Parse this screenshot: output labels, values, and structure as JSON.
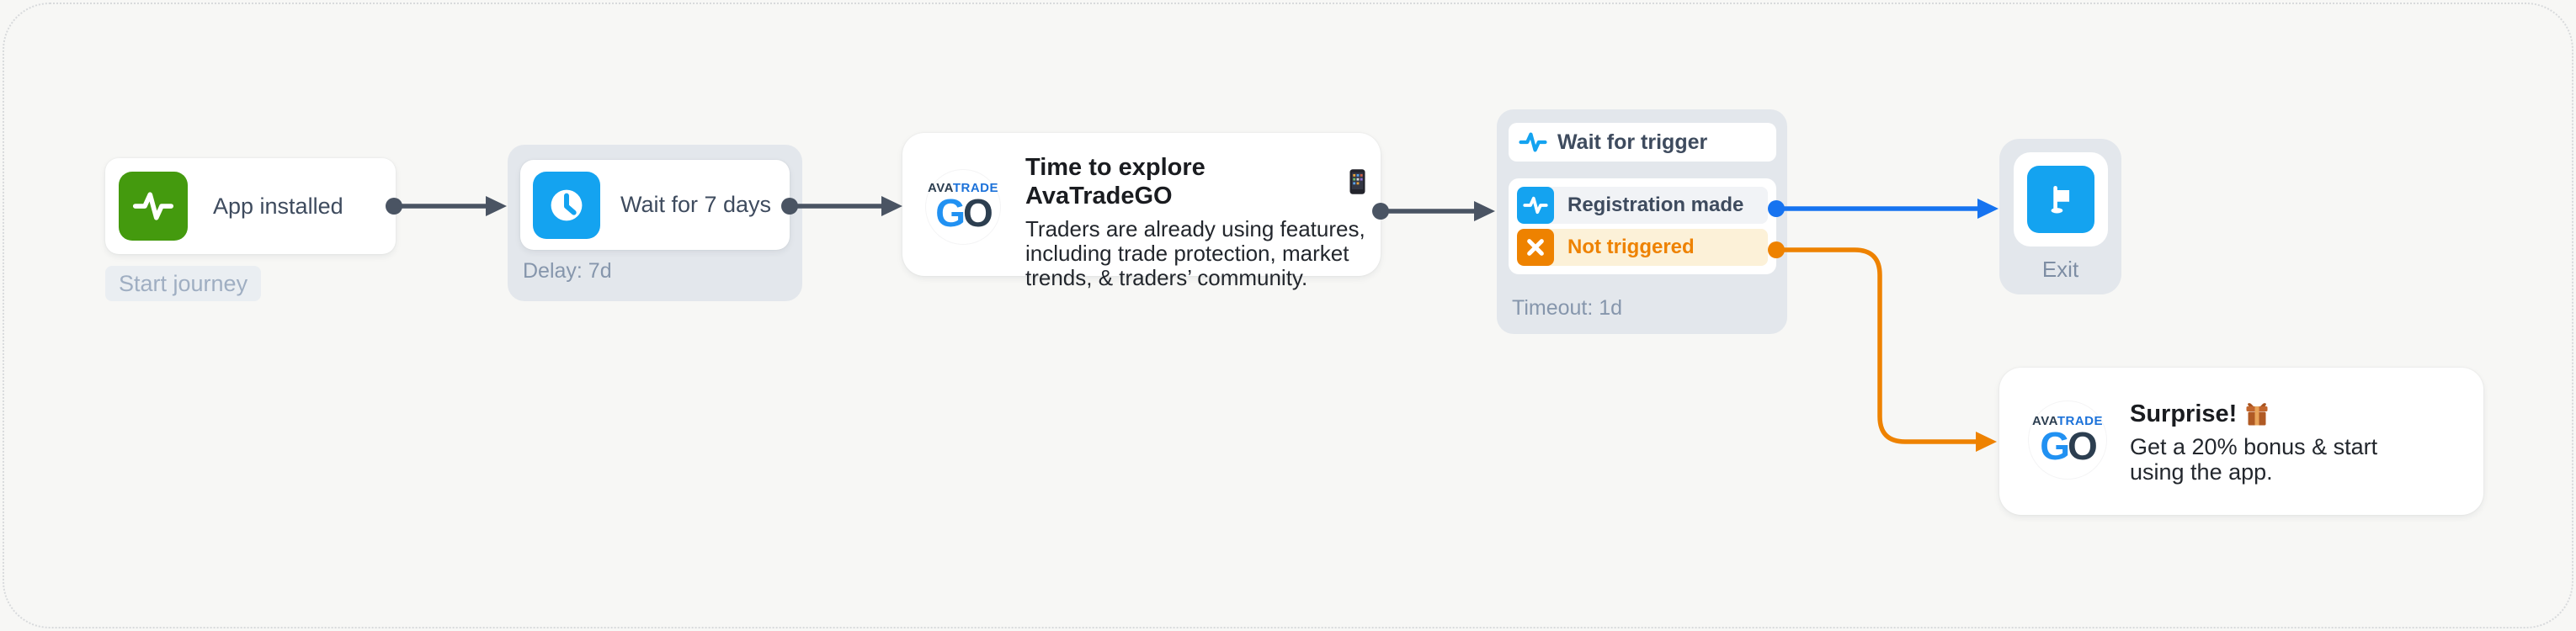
{
  "brand": {
    "word_a": "AVA",
    "word_b": "TRADE",
    "go_g": "G",
    "go_o": "O"
  },
  "nodes": {
    "start": {
      "title": "App installed",
      "badge": "Start journey",
      "icon": "activity-pulse-icon"
    },
    "delay": {
      "title": "Wait for 7 days",
      "footer": "Delay: 7d",
      "icon": "clock-icon"
    },
    "message_explore": {
      "title": "Time to explore AvaTradeGO",
      "title_emoji": "📱",
      "body_lines": [
        "Traders are already using features,",
        "including trade protection, market",
        "trends, & traders’ community."
      ]
    },
    "trigger": {
      "header": "Wait for trigger",
      "branches": [
        {
          "label": "Registration made"
        },
        {
          "label": "Not triggered"
        }
      ],
      "footer": "Timeout: 1d"
    },
    "exit": {
      "label": "Exit",
      "icon": "flag-icon"
    },
    "message_surprise": {
      "title": "Surprise!",
      "title_emoji": "🎁",
      "body_lines": [
        "Get a 20% bonus & start",
        "using the app."
      ]
    }
  },
  "colors": {
    "canvas-bg": "#F7F7F5",
    "panel": "#E3E7EC",
    "node-text": "#3E4B5E",
    "muted-text": "#8696AC",
    "badge-bg": "#EAEEF2",
    "badge-text": "#9FAEC2",
    "title-text": "#1A1C20",
    "body-text": "#23272D",
    "wire-dark": "#4A5463",
    "wire-blue": "#1673F0",
    "wire-orange": "#EE8200",
    "icon-green": "#449A0E",
    "icon-blue": "#14A3F0",
    "icon-orange": "#EE8200",
    "row-neutral-bg": "#F1F3F6",
    "row-warn-bg": "#FCF1D8",
    "logo-blue": "#2191F2",
    "logo-navy": "#2C3E50",
    "logo-trade-blue": "#1C72D9",
    "exit-label": "#7E8EA4"
  }
}
